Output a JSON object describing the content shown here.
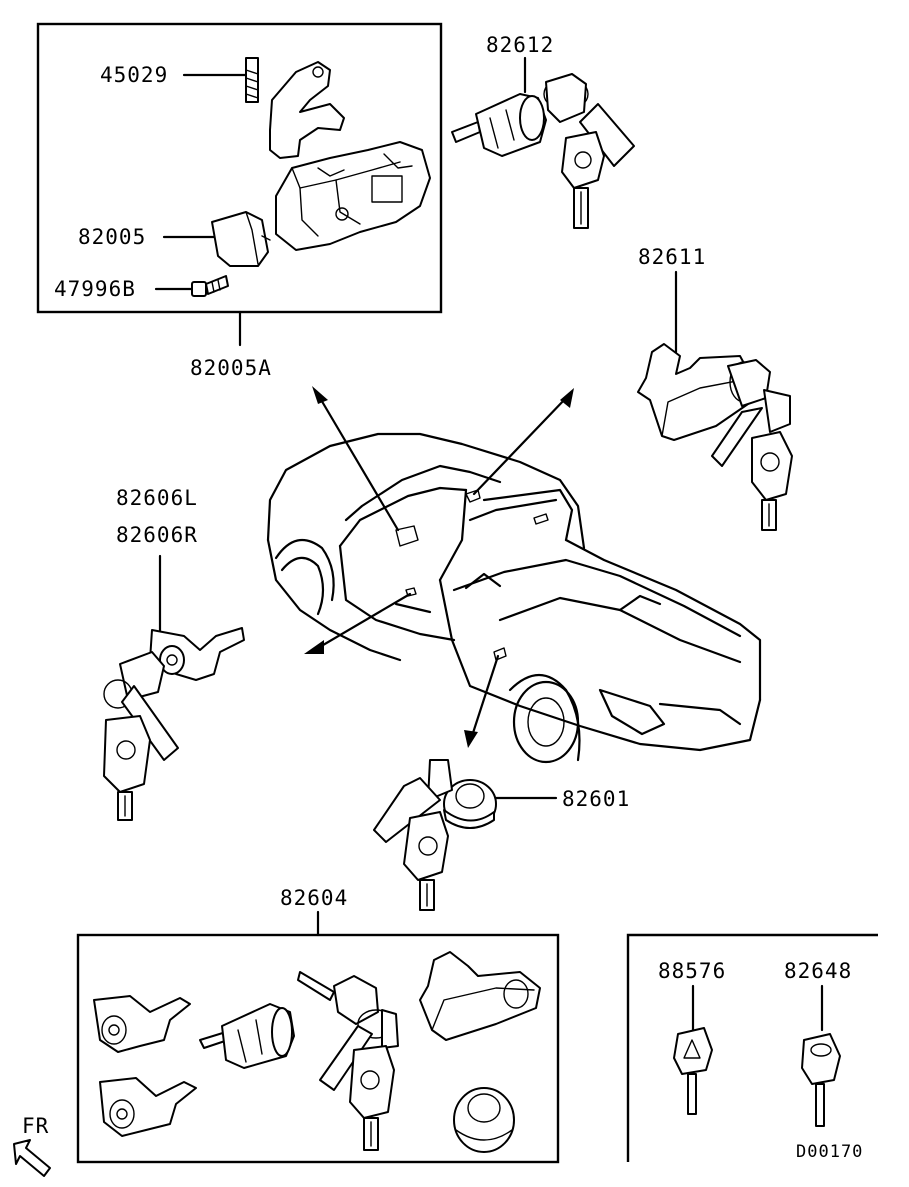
{
  "labels": {
    "part_45029": "45029",
    "part_82005": "82005",
    "part_47996b": "47996B",
    "assy_82005a": "82005A",
    "part_82612": "82612",
    "part_82611": "82611",
    "part_82606l": "82606L",
    "part_82606r": "82606R",
    "part_82601": "82601",
    "kit_82604": "82604",
    "part_88576": "88576",
    "part_82648": "82648",
    "direction": "FR",
    "diagram_code": "D00170"
  },
  "icons": {
    "front_arrow": "front-direction-arrow-icon"
  }
}
